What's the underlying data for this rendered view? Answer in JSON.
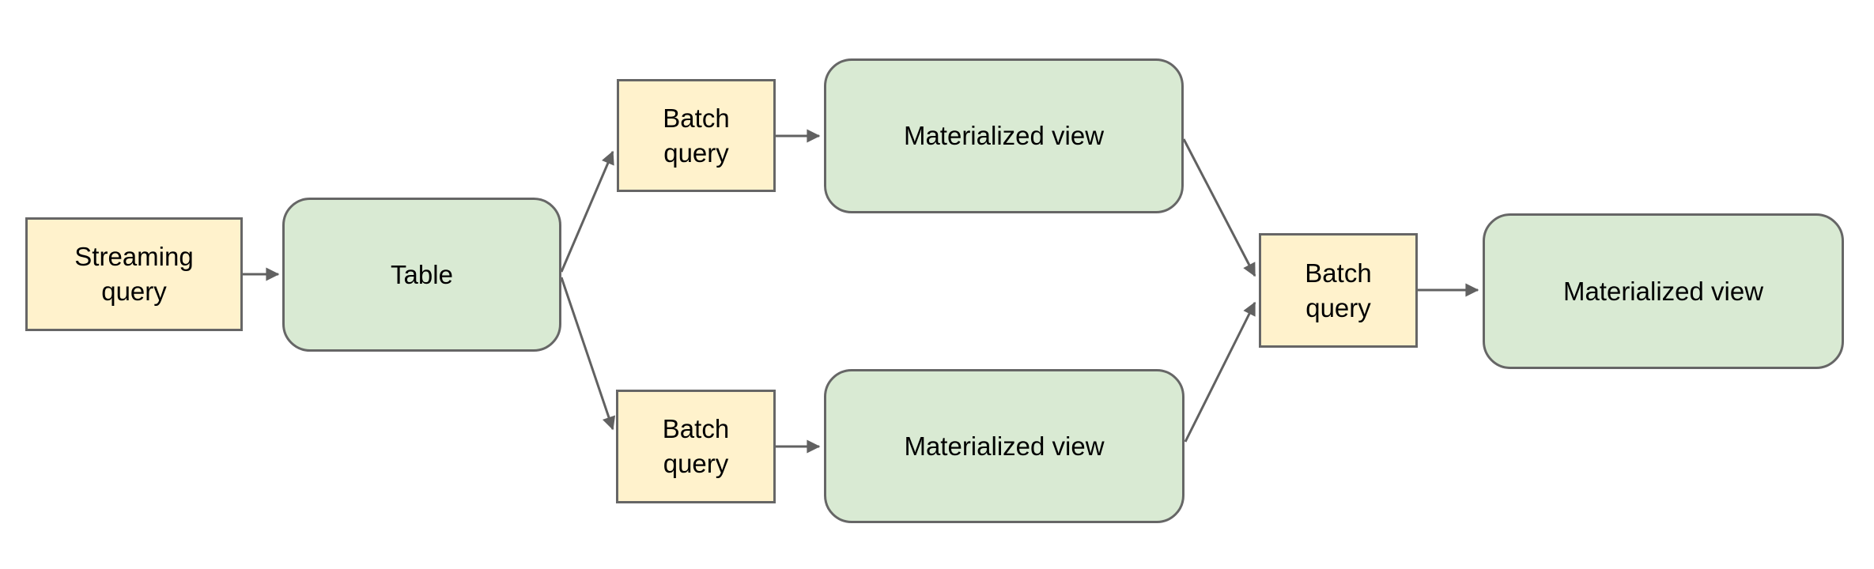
{
  "diagram": {
    "background_color": "#ffffff",
    "colors": {
      "query_fill": "#fff2cc",
      "table_view_fill": "#d9ead3",
      "border": "#666666",
      "arrow": "#616161",
      "text": "#000000"
    },
    "nodes": [
      {
        "id": "streaming-query",
        "label": "Streaming query",
        "kind": "query"
      },
      {
        "id": "table",
        "label": "Table",
        "kind": "table"
      },
      {
        "id": "batch-query-top",
        "label": "Batch query",
        "kind": "query"
      },
      {
        "id": "materialized-view-top",
        "label": "Materialized view",
        "kind": "view"
      },
      {
        "id": "batch-query-bottom",
        "label": "Batch query",
        "kind": "query"
      },
      {
        "id": "materialized-view-bottom",
        "label": "Materialized view",
        "kind": "view"
      },
      {
        "id": "batch-query-right",
        "label": "Batch query",
        "kind": "query"
      },
      {
        "id": "materialized-view-right",
        "label": "Materialized view",
        "kind": "view"
      }
    ],
    "edges": [
      {
        "from": "streaming-query",
        "to": "table"
      },
      {
        "from": "table",
        "to": "batch-query-top"
      },
      {
        "from": "table",
        "to": "batch-query-bottom"
      },
      {
        "from": "batch-query-top",
        "to": "materialized-view-top"
      },
      {
        "from": "batch-query-bottom",
        "to": "materialized-view-bottom"
      },
      {
        "from": "materialized-view-top",
        "to": "batch-query-right"
      },
      {
        "from": "materialized-view-bottom",
        "to": "batch-query-right"
      },
      {
        "from": "batch-query-right",
        "to": "materialized-view-right"
      }
    ]
  }
}
